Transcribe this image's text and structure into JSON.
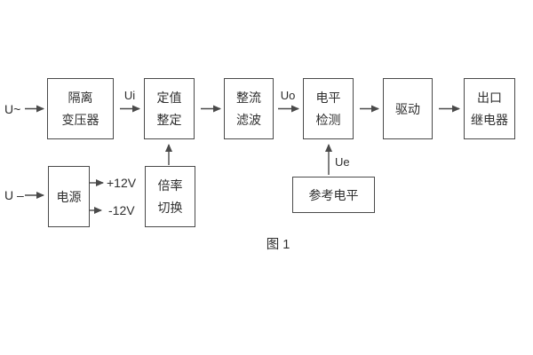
{
  "diagram": {
    "caption": "图 1",
    "boxes": [
      {
        "id": "isolation-transformer",
        "lines": [
          "隔离",
          "变压器"
        ]
      },
      {
        "id": "setting-adjust",
        "lines": [
          "定值",
          "整定"
        ]
      },
      {
        "id": "rectifier-filter",
        "lines": [
          "整流",
          "滤波"
        ]
      },
      {
        "id": "level-detection",
        "lines": [
          "电平",
          "检测"
        ]
      },
      {
        "id": "drive",
        "lines": [
          "驱动"
        ]
      },
      {
        "id": "output-relay",
        "lines": [
          "出口",
          "继电器"
        ]
      },
      {
        "id": "power-supply",
        "lines": [
          "电源"
        ]
      },
      {
        "id": "ratio-switch",
        "lines": [
          "倍率",
          "切换"
        ]
      },
      {
        "id": "reference-level",
        "lines": [
          "参考电平"
        ]
      }
    ],
    "labels": {
      "input_ac": "U~",
      "input_dc": "U –",
      "ui": "Ui",
      "uo": "Uo",
      "ue": "Ue",
      "plus12v": "+12V",
      "minus12v": "-12V"
    },
    "colors": {
      "line": "#4a4a4a",
      "text": "#2e2e2e",
      "background": "#ffffff"
    }
  }
}
